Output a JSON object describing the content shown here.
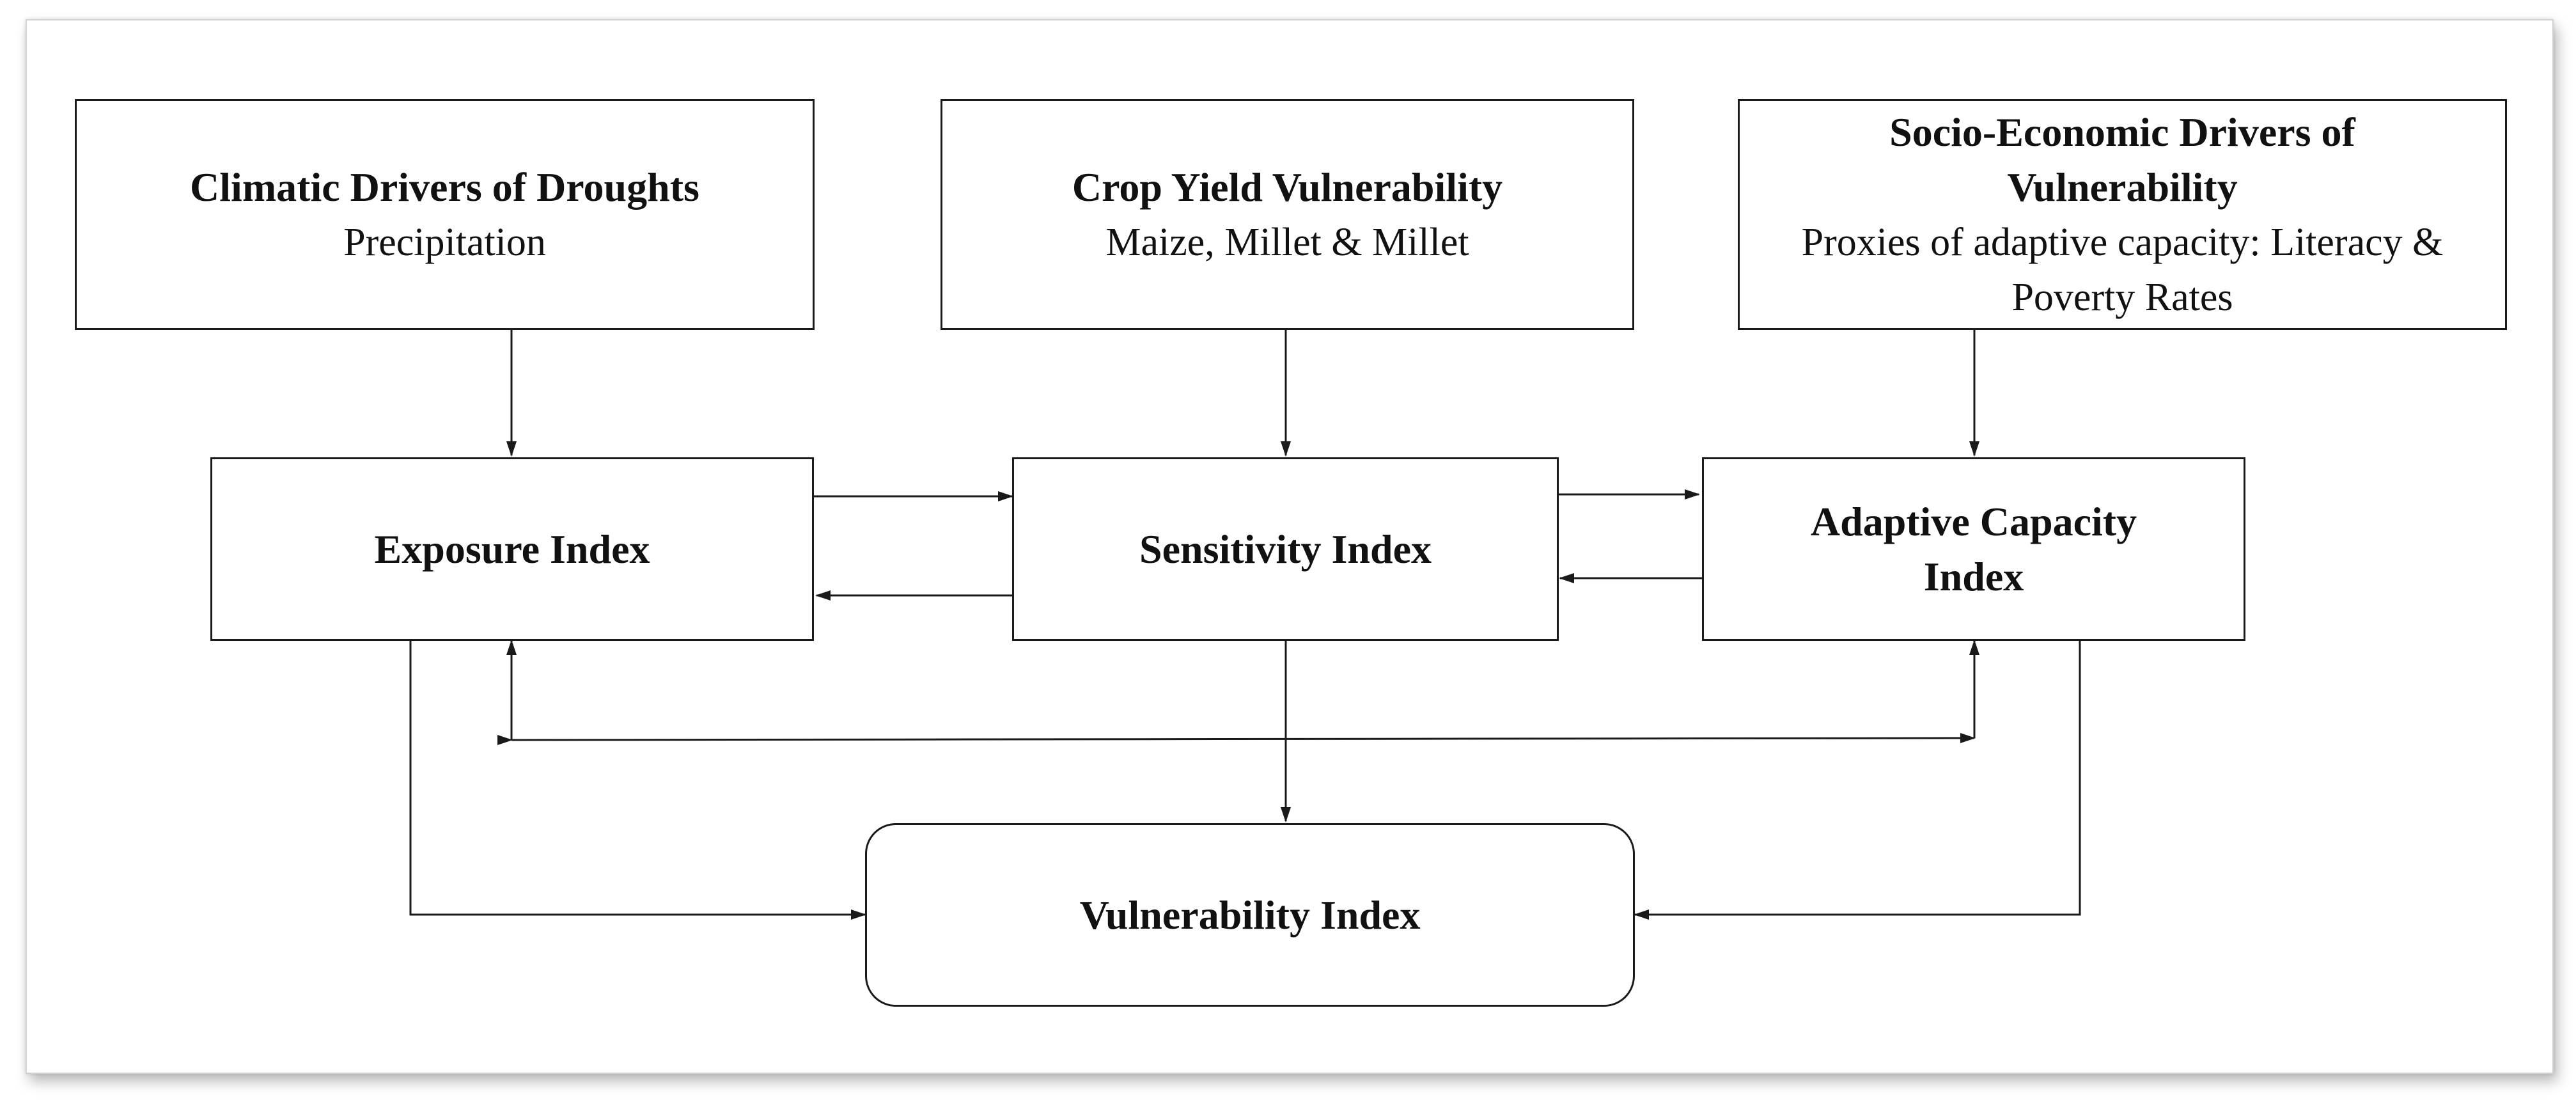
{
  "nodes": {
    "climatic": {
      "title": "Climatic Drivers of Droughts",
      "subtitle": "Precipitation"
    },
    "crop": {
      "title": "Crop Yield Vulnerability",
      "subtitle": "Maize, Millet & Millet"
    },
    "socio": {
      "title": "Socio-Economic Drivers of Vulnerability",
      "subtitle": "Proxies of adaptive capacity: Literacy & Poverty Rates"
    },
    "exposure": {
      "title": "Exposure Index"
    },
    "sensitivity": {
      "title": "Sensitivity Index"
    },
    "adaptive": {
      "title": "Adaptive Capacity Index"
    },
    "vulnerability": {
      "title": "Vulnerability Index"
    }
  },
  "edges": [
    {
      "from": "climatic",
      "to": "exposure"
    },
    {
      "from": "crop",
      "to": "sensitivity"
    },
    {
      "from": "socio",
      "to": "adaptive"
    },
    {
      "from": "exposure",
      "to": "sensitivity"
    },
    {
      "from": "sensitivity",
      "to": "exposure"
    },
    {
      "from": "sensitivity",
      "to": "adaptive"
    },
    {
      "from": "adaptive",
      "to": "sensitivity"
    },
    {
      "from": "exposure",
      "to": "adaptive"
    },
    {
      "from": "adaptive",
      "to": "exposure"
    },
    {
      "from": "exposure",
      "to": "vulnerability"
    },
    {
      "from": "sensitivity",
      "to": "vulnerability"
    },
    {
      "from": "adaptive",
      "to": "vulnerability"
    }
  ]
}
